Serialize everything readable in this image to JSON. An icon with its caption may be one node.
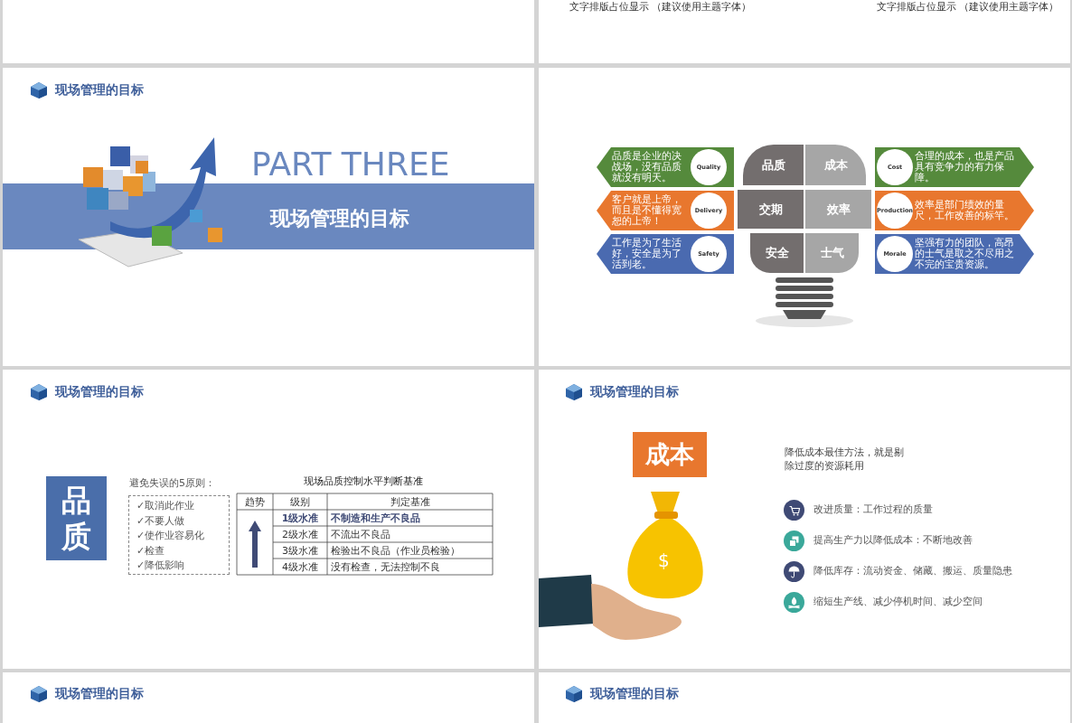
{
  "diagram": {
    "nodes": [
      {
        "text": [
          "现场管理的目标"
        ]
      },
      {
        "text": [
          "品质是企业的决战场，没有品质就没有明天。"
        ]
      },
      {
        "text": [
          "Quality"
        ],
        "in": 1
      },
      {
        "text": [
          "品质"
        ]
      },
      {
        "text": [
          "成本"
        ]
      },
      {
        "text": [
          "合理的成本，也是产品具有竞争力的有力保障。"
        ]
      },
      {
        "text": [
          "Cost"
        ],
        "in": 5
      },
      {
        "text": [
          "客户就是上帝，而且是不懂得宽恕的上帝！"
        ]
      },
      {
        "text": [
          "Delivery"
        ],
        "in": 7
      },
      {
        "text": [
          "交期"
        ]
      },
      {
        "text": [
          "效率"
        ]
      },
      {
        "text": [
          "效率是部门绩效的量尺，工作改善的标竿。"
        ]
      },
      {
        "text": [
          "Production"
        ],
        "in": 11
      },
      {
        "text": [
          "工作是为了生活好，安全是为了活到老。"
        ]
      },
      {
        "text": [
          "Safety"
        ],
        "in": 13
      },
      {
        "text": [
          "安全"
        ]
      },
      {
        "text": [
          "士气"
        ]
      },
      {
        "text": [
          "坚强有力的团队，高昂的士气是取之不尽用之不完的宝贵资源。"
        ]
      },
      {
        "text": [
          "Morale"
        ],
        "in": 17
      },
      {
        "text": [
          "品质"
        ]
      },
      {
        "text": [
          "✓取消此作业",
          "✓不要人做",
          "✓使作业容易化",
          "✓检查",
          "✓降低影响"
        ]
      },
      {
        "text": [
          "成本"
        ]
      }
    ],
    "labels": [
      "文字排版占位显示 （建议使用主题字体）",
      "文字排版占位显示 （建议使用主题字体）",
      "PART THREE",
      "现场管理的目标",
      "现场管理的目标",
      "避免失误的5原则：",
      "现场品质控制水平判断基准",
      "趋势",
      "级别",
      "判定基准",
      "1级水准",
      "不制造和生产不良品",
      "2级水准",
      "不流出不良品",
      "3级水准",
      "检验出不良品（作业员检验）",
      "4级水准",
      "没有检查，无法控制不良",
      "现场管理的目标",
      "$",
      "降低成本最佳方法，就是剔除过度的资源耗用",
      "改进质量：工作过程的质量",
      "提高生产力以降低成本：不断地改善",
      "降低库存：流动资金、储藏、搬运、质量隐患",
      "缩短生产线、减少停机时间、减少空间",
      "现场管理的目标",
      "现场管理的目标"
    ]
  }
}
